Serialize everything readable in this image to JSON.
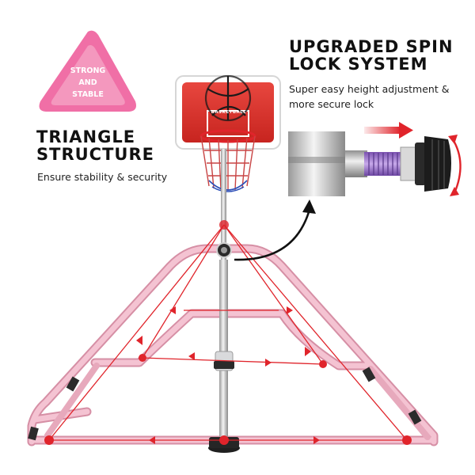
{
  "badge": {
    "line1": "STRONG",
    "line2": "AND",
    "line3": "STABLE"
  },
  "left_callout": {
    "title_line1": "TRIANGLE",
    "title_line2": "STRUCTURE",
    "subtitle": "Ensure stability & security"
  },
  "right_callout": {
    "title_line1": "UPGRADED SPIN",
    "title_line2": "LOCK SYSTEM",
    "subtitle_line1": "Super easy height adjustment &",
    "subtitle_line2": "more secure lock"
  },
  "backboard_text": "BASKETBALL",
  "icons": [
    "triangle-badge-icon",
    "basketball-icon",
    "spin-lock-knob-icon",
    "pull-direction-arrow-icon",
    "rotation-arrow-icon",
    "curved-pointer-arrow-icon"
  ],
  "colors": {
    "badge_pink": "#f06fa6",
    "badge_pink_light": "#f8b9d2",
    "frame_pink": "#f1b8c8",
    "accent_red": "#e0242b",
    "ink": "#111111",
    "knob": "#1c1c1c",
    "spring_purple": "#9a72c9"
  }
}
